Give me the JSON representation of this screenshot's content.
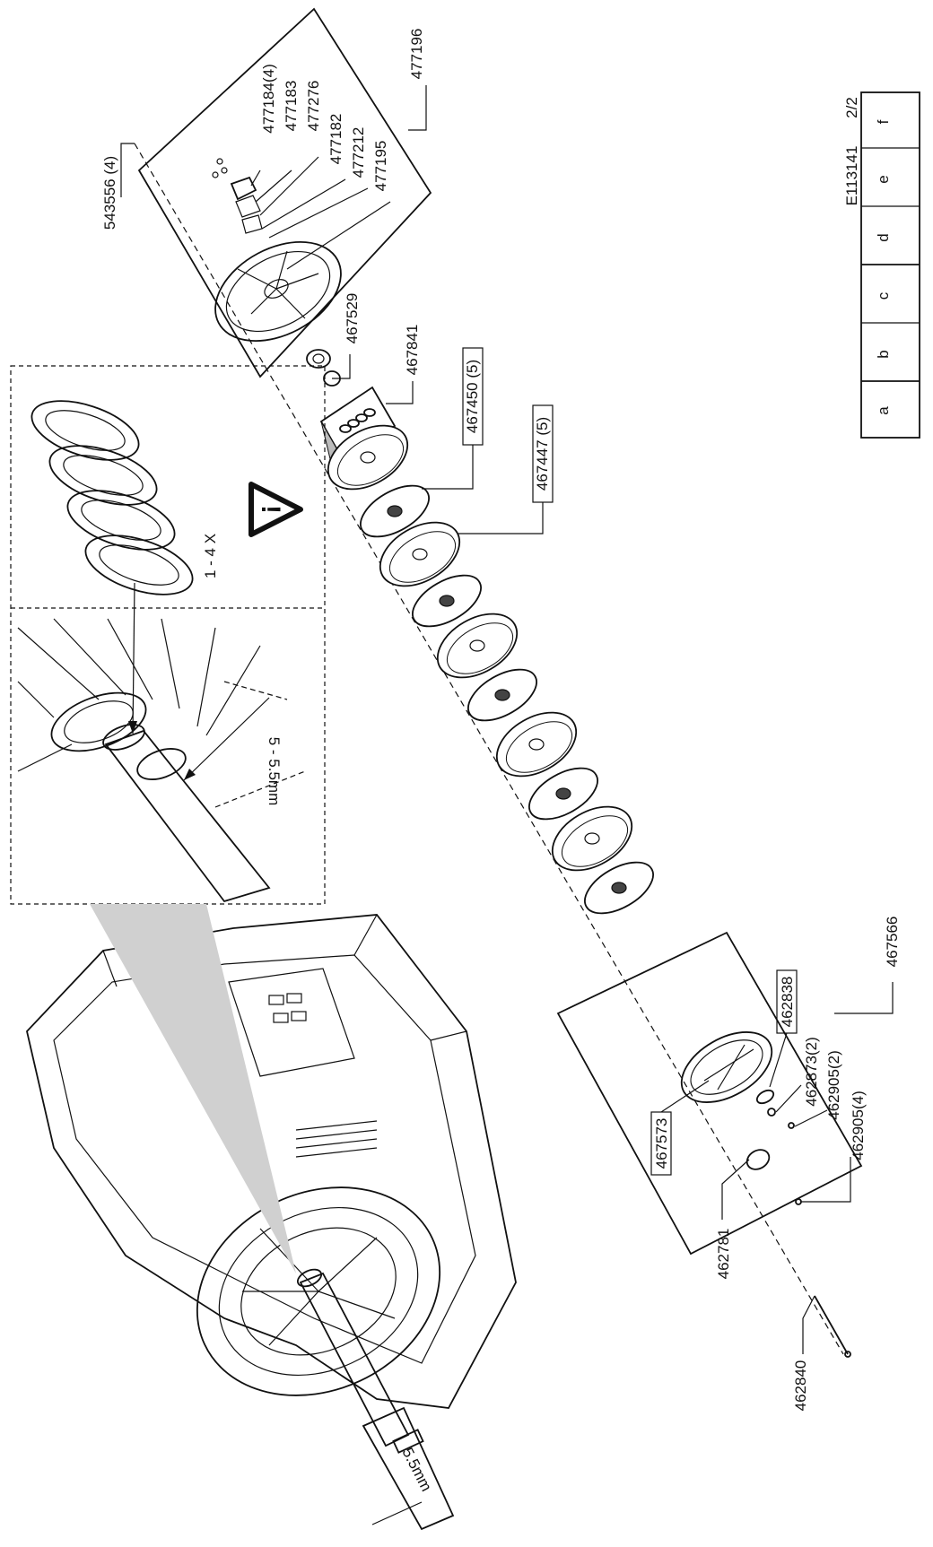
{
  "parts": {
    "p543556": "543556 (4)",
    "p477184": "477184(4)",
    "p477183": "477183",
    "p477276": "477276",
    "p477182": "477182",
    "p477212": "477212",
    "p477195": "477195",
    "p477196": "477196",
    "p467529": "467529",
    "p467841": "467841",
    "p467450": "467450 (5)",
    "p467447": "467447 (5)",
    "p467566": "467566",
    "p462838": "462838",
    "p462873": "462873(2)",
    "p462905a": "462905(2)",
    "p462905b": "462905(4)",
    "p467573": "467573",
    "p462781": "462781",
    "p462840": "462840"
  },
  "detail": {
    "quantity": "1 - 4 X",
    "gap": "5 - 5.5mm",
    "gauge": "5.5mm",
    "warning_symbol": "!"
  },
  "titleblock": {
    "doc_code": "E113141",
    "sheet": "2/2",
    "cells": [
      "a",
      "b",
      "c",
      "d",
      "e",
      "f"
    ]
  }
}
